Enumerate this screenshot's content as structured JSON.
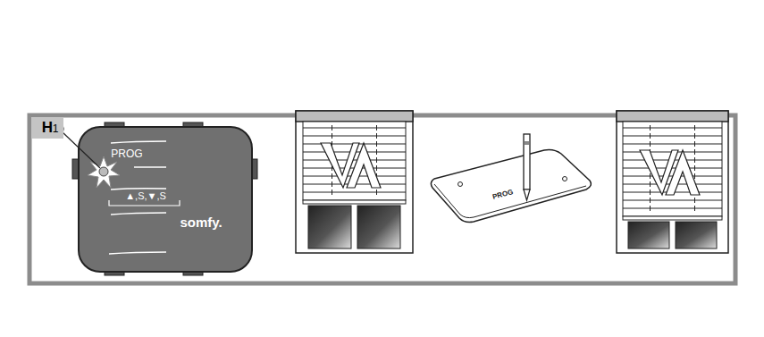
{
  "diagram": {
    "nodes": [
      {
        "text": [
          "H"
        ]
      }
    ],
    "labels": [
      "1",
      "PROG",
      "▲,S,▼,S",
      "somfy.",
      "PROG"
    ]
  }
}
